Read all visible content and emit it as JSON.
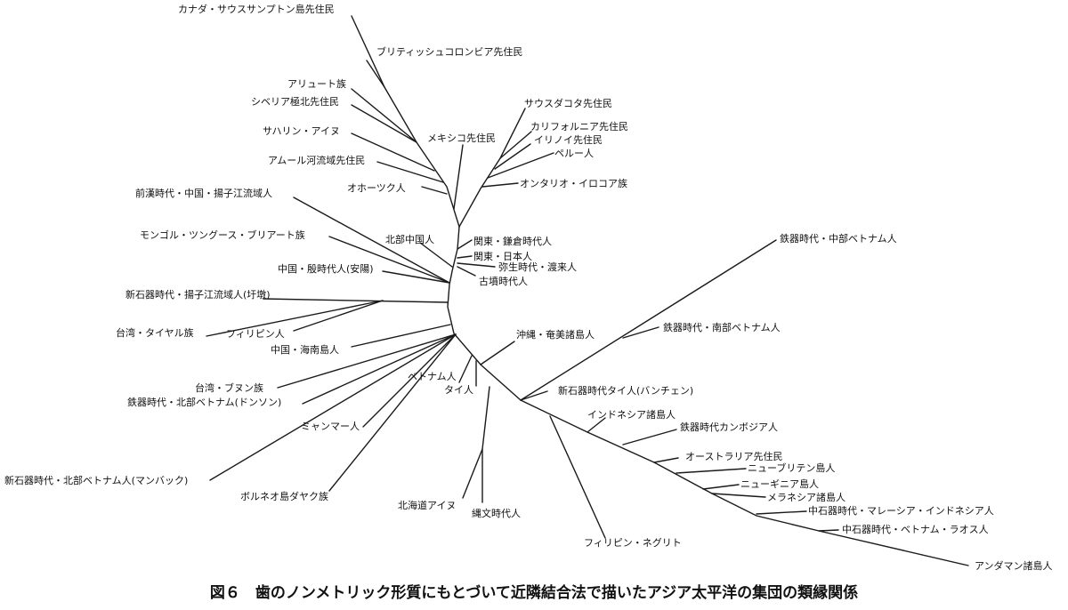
{
  "caption": "図６　歯のノンメトリック形質にもとづいて近隣結合法で描いたアジア太平洋の集団の類縁関係",
  "line_color": "#1a1a1a",
  "labels": {
    "canada": "カナダ・サウスサンプトン島先住民",
    "bc": "ブリティッシュコロンビア先住民",
    "aleut": "アリュート族",
    "siberia": "シベリア極北先住民",
    "sakhalin": "サハリン・アイヌ",
    "amur": "アムール河流域先住民",
    "okhotsk": "オホーツク人",
    "mexico": "メキシコ先住民",
    "southdakota": "サウスダコタ先住民",
    "california": "カリフォルニア先住民",
    "illinois": "イリノイ先住民",
    "peru": "ペルー人",
    "ontario": "オンタリオ・イロコア族",
    "qianhan": "前漢時代・中国・揚子江流域人",
    "mongol": "モンゴル・ツングース・ブリアート族",
    "northchina": "北部中国人",
    "kanto_kamakura": "関東・鎌倉時代人",
    "kanto_japan": "関東・日本人",
    "yayoi": "弥生時代・渡来人",
    "kofun": "古墳時代人",
    "yin": "中国・殷時代人(安陽)",
    "neolithic_yangtze": "新石器時代・揚子江流域人(圩墩)",
    "atayal": "台湾・タイヤル族",
    "filipino": "フィリピン人",
    "hainan": "中国・海南島人",
    "okinawa": "沖縄・奄美諸島人",
    "bunun": "台湾・ブヌン族",
    "iron_nvietnam": "鉄器時代・北部ベトナム(ドンソン)",
    "vietnamese": "ベトナム人",
    "thai": "タイ人",
    "myanmar": "ミャンマー人",
    "neolithic_nvietnam": "新石器時代・北部ベトナム人(マンバック)",
    "borneo": "ボルネオ島ダヤク族",
    "hokkaido_ainu": "北海道アイヌ",
    "jomon": "縄文時代人",
    "negrito": "フィリピン・ネグリト",
    "iron_cvietnam": "鉄器時代・中部ベトナム人",
    "iron_svietnam": "鉄器時代・南部ベトナム人",
    "neolithic_thai": "新石器時代タイ人(バンチェン)",
    "indonesia": "インドネシア諸島人",
    "iron_cambodia": "鉄器時代カンボジア人",
    "australia": "オーストラリア先住民",
    "newbritain": "ニューブリテン島人",
    "newguinea": "ニューギニア島人",
    "melanesia": "メラネシア諸島人",
    "meso_malay": "中石器時代・マレーシア・インドネシア人",
    "meso_vietnam": "中石器時代・ベトナム・ラオス人",
    "andaman": "アンダマン諸島人"
  }
}
